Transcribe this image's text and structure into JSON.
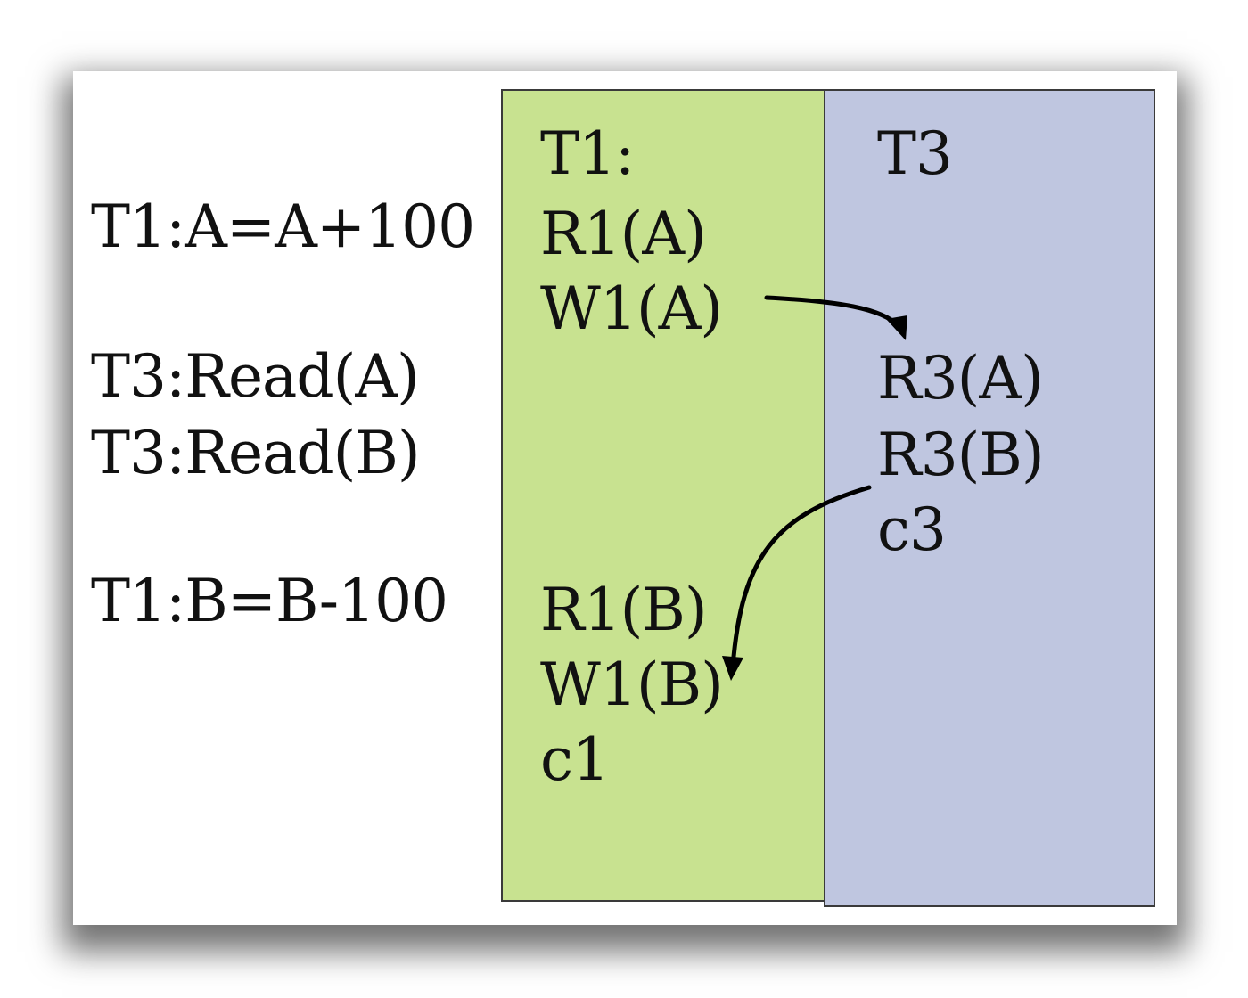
{
  "colors": {
    "t1_column": "#c8e290",
    "t3_column": "#bfc6e0",
    "border": "#3a3a3a",
    "arrow": "#000000"
  },
  "left_labels": {
    "t1_update_a": "T1:A=A+100",
    "t3_read_a": "T3:Read(A)",
    "t3_read_b": "T3:Read(B)",
    "t1_update_b": "T1:B=B-100"
  },
  "t1_column": {
    "header": "T1:",
    "ops": {
      "r1_a": "R1(A)",
      "w1_a": "W1(A)",
      "r1_b": "R1(B)",
      "w1_b": "W1(B)",
      "c1": "c1"
    }
  },
  "t3_column": {
    "header": "T3",
    "ops": {
      "r3_a": "R3(A)",
      "r3_b": "R3(B)",
      "c3": "c3"
    }
  },
  "arrows": [
    {
      "from": "W1(A)",
      "to": "R3(A)"
    },
    {
      "from": "R3(B)",
      "to": "W1(B)"
    }
  ]
}
